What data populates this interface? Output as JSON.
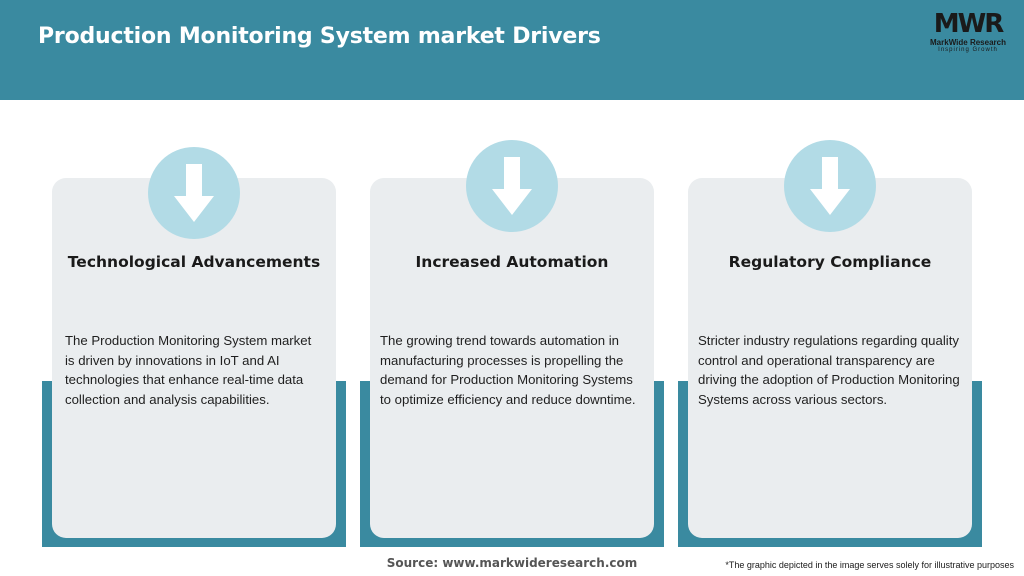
{
  "header": {
    "title": "Production Monitoring System market Drivers",
    "background": "#3a8aa0"
  },
  "logo": {
    "mark": "MWR",
    "name": "MarkWide Research",
    "tagline": "Inspiring Growth"
  },
  "cards": [
    {
      "icon": "arrow-down-icon",
      "title": "Technological Advancements",
      "text": "The Production Monitoring System market is driven by innovations in IoT and AI technologies that enhance real-time data collection and analysis capabilities."
    },
    {
      "icon": "arrow-down-icon",
      "title": "Increased Automation",
      "text": "The growing trend towards automation in manufacturing processes is propelling the demand for Production Monitoring Systems to optimize efficiency and reduce downtime."
    },
    {
      "icon": "arrow-down-icon",
      "title": "Regulatory Compliance",
      "text": "Stricter industry regulations regarding quality control and operational transparency are driving the adoption of Production Monitoring Systems across various sectors."
    }
  ],
  "footer": {
    "source": "Source: www.markwideresearch.com",
    "disclaimer": "*The graphic depicted in the image serves solely for illustrative purposes"
  },
  "colors": {
    "accent": "#3a8aa0",
    "card": "#eaedef",
    "icon_circle": "#b2dbe6"
  }
}
